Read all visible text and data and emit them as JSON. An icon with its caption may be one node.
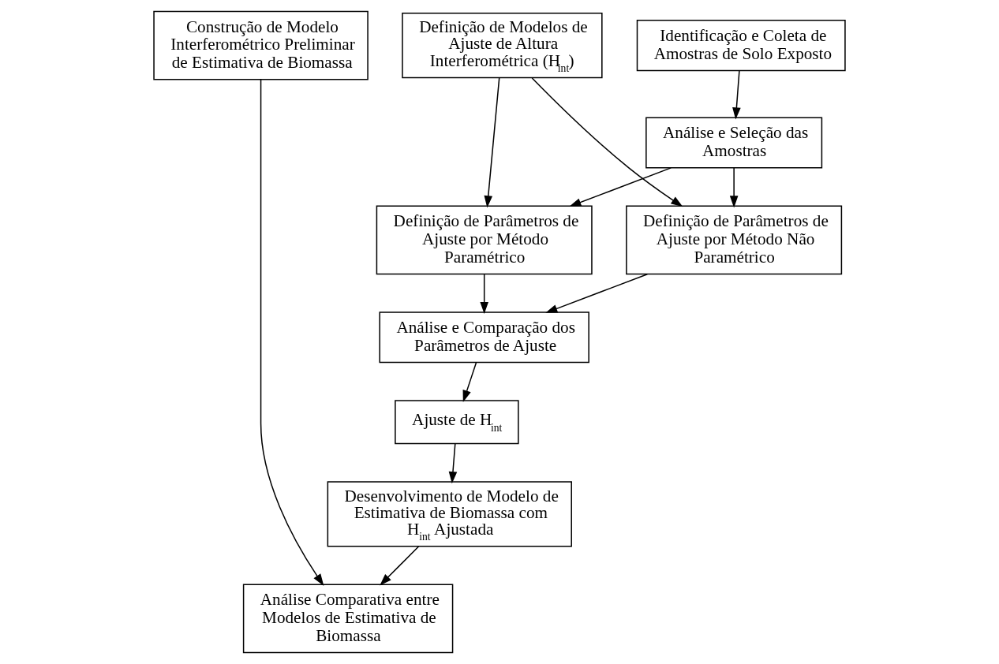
{
  "diagram": {
    "nodes": [
      {
        "text": [
          "Construção de Modelo Interferométrico Preliminar de Estimativa de Biomassa"
        ]
      },
      {
        "text": [
          "Definição de Modelos de Ajuste de Altura Interferométrica (H$_{int}$)"
        ]
      },
      {
        "text": [
          "Identificação e Coleta de Amostras de Solo Exposto"
        ]
      },
      {
        "text": [
          "Definição de Parâmetros de Ajuste por Método Paramétrico"
        ]
      },
      {
        "text": [
          "Análise e Seleção das Amostras"
        ]
      },
      {
        "text": [
          "Definição de Parâmetros de Ajuste por Método Não Paramétrico"
        ]
      },
      {
        "text": [
          "Análise e Comparação dos Parâmetros de Ajuste"
        ]
      },
      {
        "text": [
          "Ajuste de H$_{int}$"
        ]
      },
      {
        "text": [
          "Desenvolvimento de Modelo de Estimativa de Biomassa com H$_{int}$ Ajustada"
        ]
      },
      {
        "text": [
          "Análise Comparativa entre Modelos de Estimativa de Biomassa"
        ]
      }
    ],
    "edges": [
      {
        "from": 1,
        "to": 3,
        "arrow": "to"
      },
      {
        "from": 1,
        "to": 5,
        "arrow": "to"
      },
      {
        "from": 2,
        "to": 4,
        "arrow": "to"
      },
      {
        "from": 4,
        "to": 3,
        "arrow": "to"
      },
      {
        "from": 4,
        "to": 5,
        "arrow": "to"
      },
      {
        "from": 3,
        "to": 6,
        "arrow": "to"
      },
      {
        "from": 5,
        "to": 6,
        "arrow": "to"
      },
      {
        "from": 6,
        "to": 7,
        "arrow": "to"
      },
      {
        "from": 7,
        "to": 8,
        "arrow": "to"
      },
      {
        "from": 8,
        "to": 9,
        "arrow": "to"
      },
      {
        "from": 0,
        "to": 9,
        "arrow": "to"
      }
    ]
  }
}
